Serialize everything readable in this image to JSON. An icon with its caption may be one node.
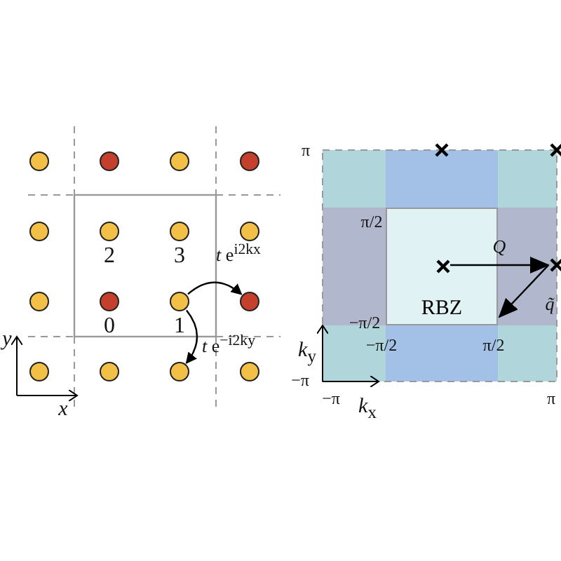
{
  "diagram": {
    "nodes": [
      {
        "text": [],
        "shape": "circle"
      },
      {
        "text": [],
        "shape": "circle"
      },
      {
        "text": [],
        "shape": "circle"
      },
      {
        "text": [],
        "shape": "circle"
      },
      {
        "text": [],
        "shape": "circle"
      },
      {
        "text": [],
        "shape": "circle",
        "beside": [
          "2"
        ]
      },
      {
        "text": [],
        "shape": "circle",
        "beside": [
          "3"
        ]
      },
      {
        "text": [],
        "shape": "circle"
      },
      {
        "text": [],
        "shape": "circle"
      },
      {
        "text": [],
        "shape": "circle",
        "beside": [
          "0"
        ]
      },
      {
        "text": [],
        "shape": "circle",
        "beside": [
          "1"
        ]
      },
      {
        "text": [],
        "shape": "circle"
      },
      {
        "text": [],
        "shape": "circle"
      },
      {
        "text": [],
        "shape": "circle"
      },
      {
        "text": [],
        "shape": "circle"
      },
      {
        "text": [],
        "shape": "circle"
      },
      {
        "text": [],
        "shape": "cross"
      },
      {
        "text": [],
        "shape": "cross"
      },
      {
        "text": [
          "RBZ"
        ]
      },
      {
        "text": [],
        "shape": "cross",
        "in": 18
      },
      {
        "text": [],
        "shape": "cross"
      }
    ],
    "edges": [
      {
        "from": 10,
        "to": 11,
        "arrow": "to",
        "label": "*t* e$^{i2kx}$"
      },
      {
        "from": 10,
        "to": 14,
        "arrow": "to",
        "label": "*t* e$^{−i2ky}$"
      },
      {
        "from": 19,
        "to": 20,
        "arrow": "to",
        "label": "*Q*"
      },
      {
        "from": 20,
        "to": 18,
        "arrow": "to",
        "label": "*q̃*"
      }
    ],
    "labels": [
      "*y*",
      "*x*",
      "π",
      "π/2",
      "−π/2",
      "−π/2",
      "π/2",
      "−π",
      "−π",
      "π",
      "*k*$_{y}$",
      "*k*$_{x}$"
    ]
  }
}
